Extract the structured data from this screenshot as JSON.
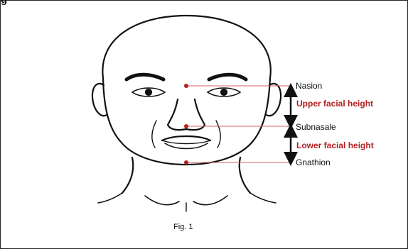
{
  "header_fragment": "g",
  "labels": {
    "nasion": "Nasion",
    "upper_facial_height": "Upper facial height",
    "subnasale": "Subnasale",
    "lower_facial_height": "Lower facial height",
    "gnathion": "Gnathion"
  },
  "caption": "Fig. 1",
  "colors": {
    "landmark_dot": "#b52020",
    "guide_line": "#d06060",
    "measurement_label": "#b52020",
    "line_art": "#111111"
  }
}
